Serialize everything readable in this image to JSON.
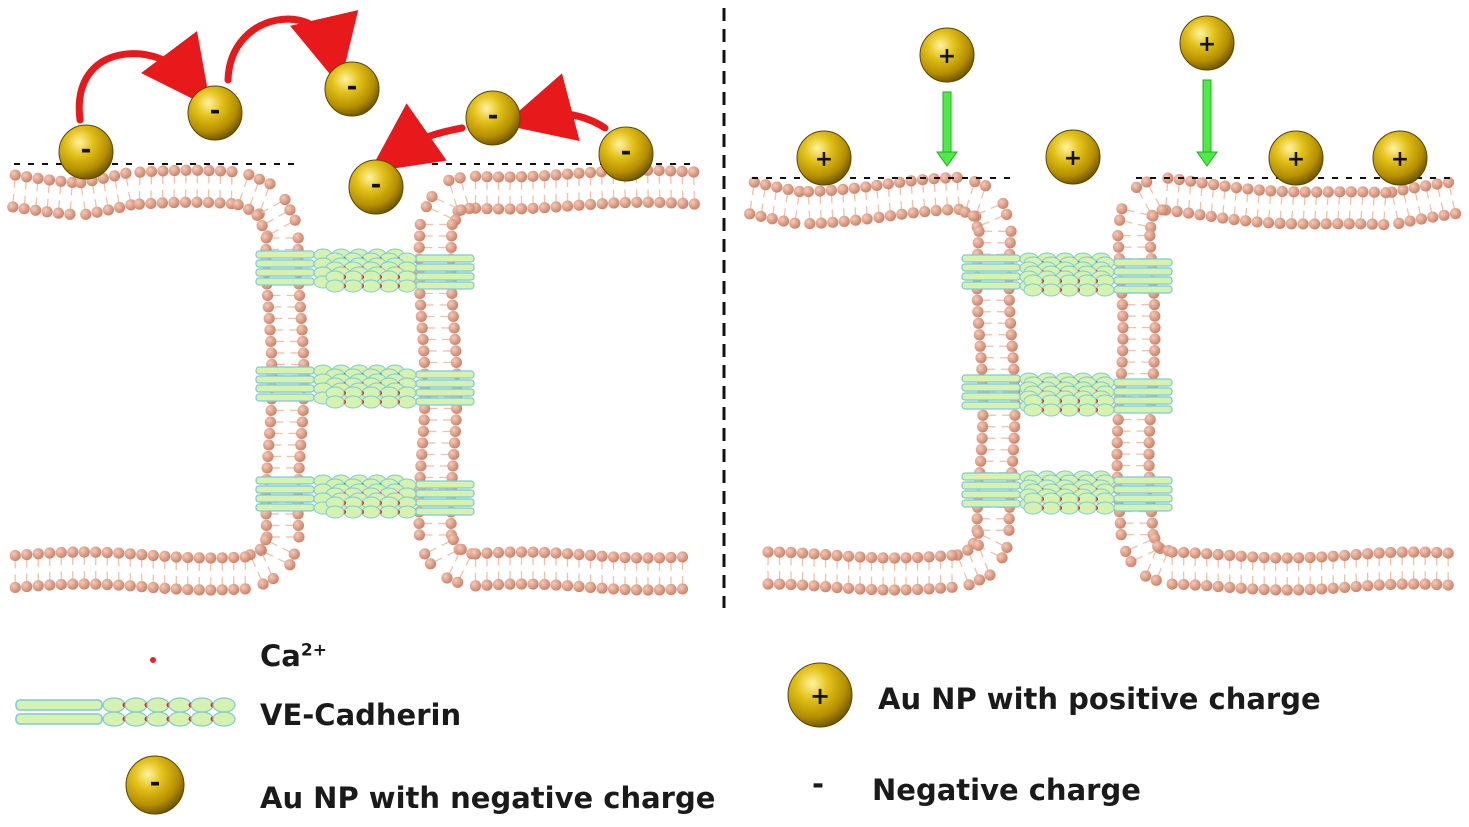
{
  "particle_sign_negative": "-",
  "particle_sign_positive": "+",
  "membrane_charge_mark": "-",
  "legend": {
    "calcium_label": "Ca",
    "calcium_superscript": "2+",
    "cadherin_label": "VE-Cadherin",
    "negative_np_label": "Au NP with negative charge",
    "positive_np_label": "Au NP with positive charge",
    "negative_charge_symbol": "-",
    "negative_charge_label": "Negative charge"
  },
  "colors": {
    "lipid_head": "#d9977f",
    "lipid_tail": "#efc1ad",
    "gold_particle": "#c9a400",
    "cadherin_fill": "#d6f2b0",
    "cadherin_outline": "#7ec9d6",
    "calcium_dot": "#e8242b",
    "hop_arrow": "#e8191b",
    "adsorb_arrow": "#4ceb46"
  }
}
